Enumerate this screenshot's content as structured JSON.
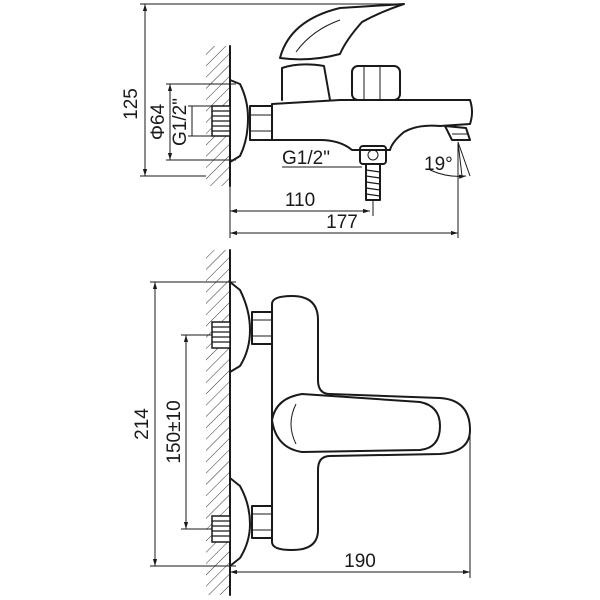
{
  "dimensions": {
    "height_top": "125",
    "diameter": "Φ64",
    "thread_wall": "G1/2\"",
    "thread_outlet": "G1/2\"",
    "angle": "19°",
    "len_110": "110",
    "len_177": "177",
    "height_214": "214",
    "spacing": "150±10",
    "width_190": "190"
  }
}
